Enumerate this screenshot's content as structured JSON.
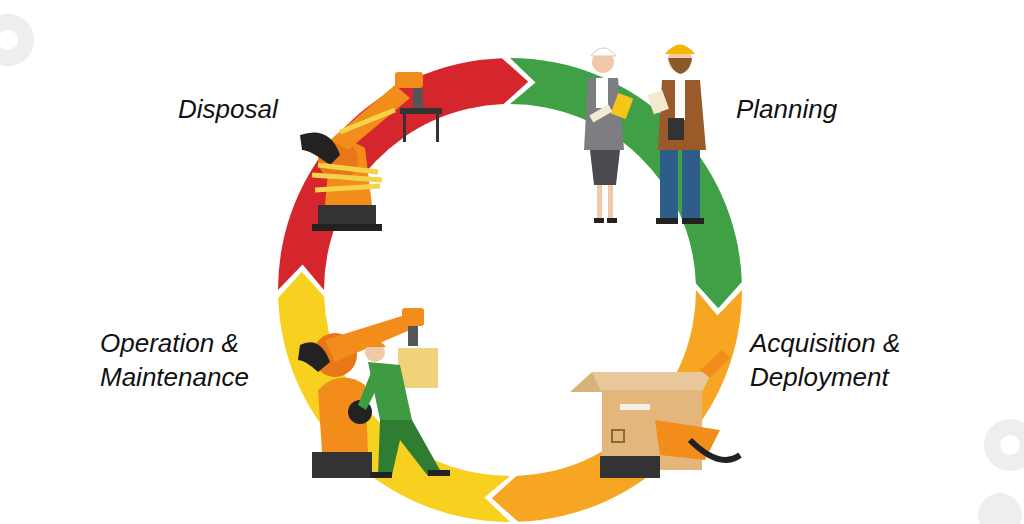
{
  "diagram": {
    "labels": [
      "Disposal",
      "Planning",
      "Operation & Maintenance",
      "Acquisition & Deployment"
    ]
  }
}
